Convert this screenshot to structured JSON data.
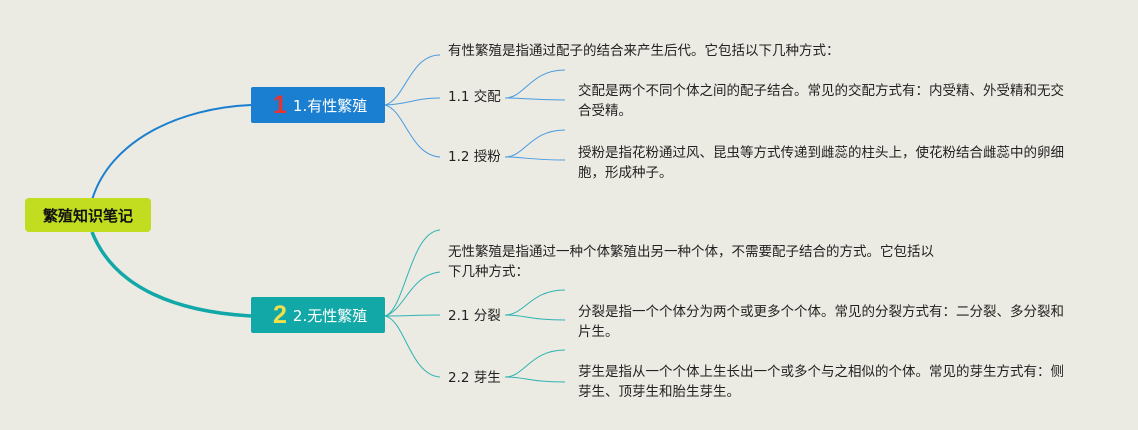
{
  "root": {
    "label": "繁殖知识笔记"
  },
  "branches": [
    {
      "number": "1",
      "label": "1.有性繁殖",
      "intro": "有性繁殖是指通过配子的结合来产生后代。它包括以下几种方式：",
      "children": [
        {
          "label": "1.1 交配",
          "desc": "交配是两个不同个体之间的配子结合。常见的交配方式有：内受精、外受精和无交合受精。"
        },
        {
          "label": "1.2 授粉",
          "desc": "授粉是指花粉通过风、昆虫等方式传递到雌蕊的柱头上，使花粉结合雌蕊中的卵细胞，形成种子。"
        }
      ]
    },
    {
      "number": "2",
      "label": "2.无性繁殖",
      "intro": "无性繁殖是指通过一种个体繁殖出另一种个体，不需要配子结合的方式。它包括以下几种方式：",
      "children": [
        {
          "label": "2.1 分裂",
          "desc": "分裂是指一个个体分为两个或更多个个体。常见的分裂方式有：二分裂、多分裂和片生。"
        },
        {
          "label": "2.2 芽生",
          "desc": "芽生是指从一个个体上生长出一个或多个与之相似的个体。常见的芽生方式有：侧芽生、顶芽生和胎生芽生。"
        }
      ]
    }
  ],
  "colors": {
    "branch1": "#1a7fd0",
    "branch2": "#12a8a8",
    "root": "#c2dc20",
    "num1": "#e8322f",
    "num2": "#f2e04a"
  }
}
